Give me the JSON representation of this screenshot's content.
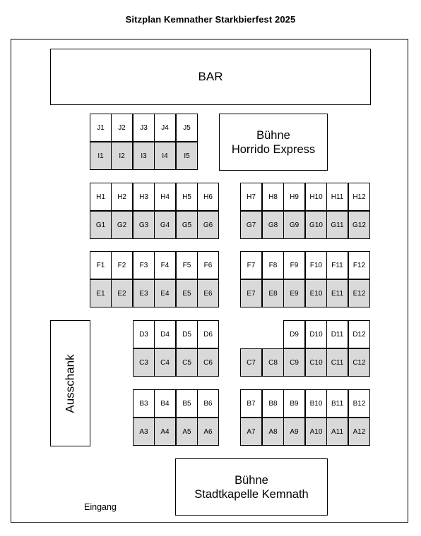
{
  "title": "Sitzplan Kemnather Starkbierfest 2025",
  "bar": "BAR",
  "stage_top": {
    "line1": "Bühne",
    "line2": "Horrido Express"
  },
  "stage_bottom": {
    "line1": "Bühne",
    "line2": "Stadtkapelle Kemnath"
  },
  "ausschank": "Ausschank",
  "entrance": "Eingang",
  "colors": {
    "border": "#000000",
    "shaded_seat": "#d9d9d9",
    "seat": "#ffffff"
  },
  "seat_groups": [
    {
      "top_row": [
        "J1",
        "J2",
        "J3",
        "J4",
        "J5"
      ],
      "bottom_row": [
        "I1",
        "I2",
        "I3",
        "I4",
        "I5"
      ]
    },
    {
      "top_row": [
        "H1",
        "H2",
        "H3",
        "H4",
        "H5",
        "H6"
      ],
      "bottom_row": [
        "G1",
        "G2",
        "G3",
        "G4",
        "G5",
        "G6"
      ]
    },
    {
      "top_row": [
        "H7",
        "H8",
        "H9",
        "H10",
        "H11",
        "H12"
      ],
      "bottom_row": [
        "G7",
        "G8",
        "G9",
        "G10",
        "G11",
        "G12"
      ]
    },
    {
      "top_row": [
        "F1",
        "F2",
        "F3",
        "F4",
        "F5",
        "F6"
      ],
      "bottom_row": [
        "E1",
        "E2",
        "E3",
        "E4",
        "E5",
        "E6"
      ]
    },
    {
      "top_row": [
        "F7",
        "F8",
        "F9",
        "F10",
        "F11",
        "F12"
      ],
      "bottom_row": [
        "E7",
        "E8",
        "E9",
        "E10",
        "E11",
        "E12"
      ]
    },
    {
      "top_row": [
        "D3",
        "D4",
        "D5",
        "D6"
      ],
      "bottom_row": [
        "C3",
        "C4",
        "C5",
        "C6"
      ]
    },
    {
      "top_row": [
        "D9",
        "D10",
        "D11",
        "D12"
      ],
      "bottom_row": [
        "C7",
        "C8",
        "C9",
        "C10",
        "C11",
        "C12"
      ]
    },
    {
      "top_row": [
        "B3",
        "B4",
        "B5",
        "B6"
      ],
      "bottom_row": [
        "A3",
        "A4",
        "A5",
        "A6"
      ]
    },
    {
      "top_row": [
        "B7",
        "B8",
        "B9",
        "B10",
        "B11",
        "B12"
      ],
      "bottom_row": [
        "A7",
        "A8",
        "A9",
        "A10",
        "A11",
        "A12"
      ]
    }
  ]
}
